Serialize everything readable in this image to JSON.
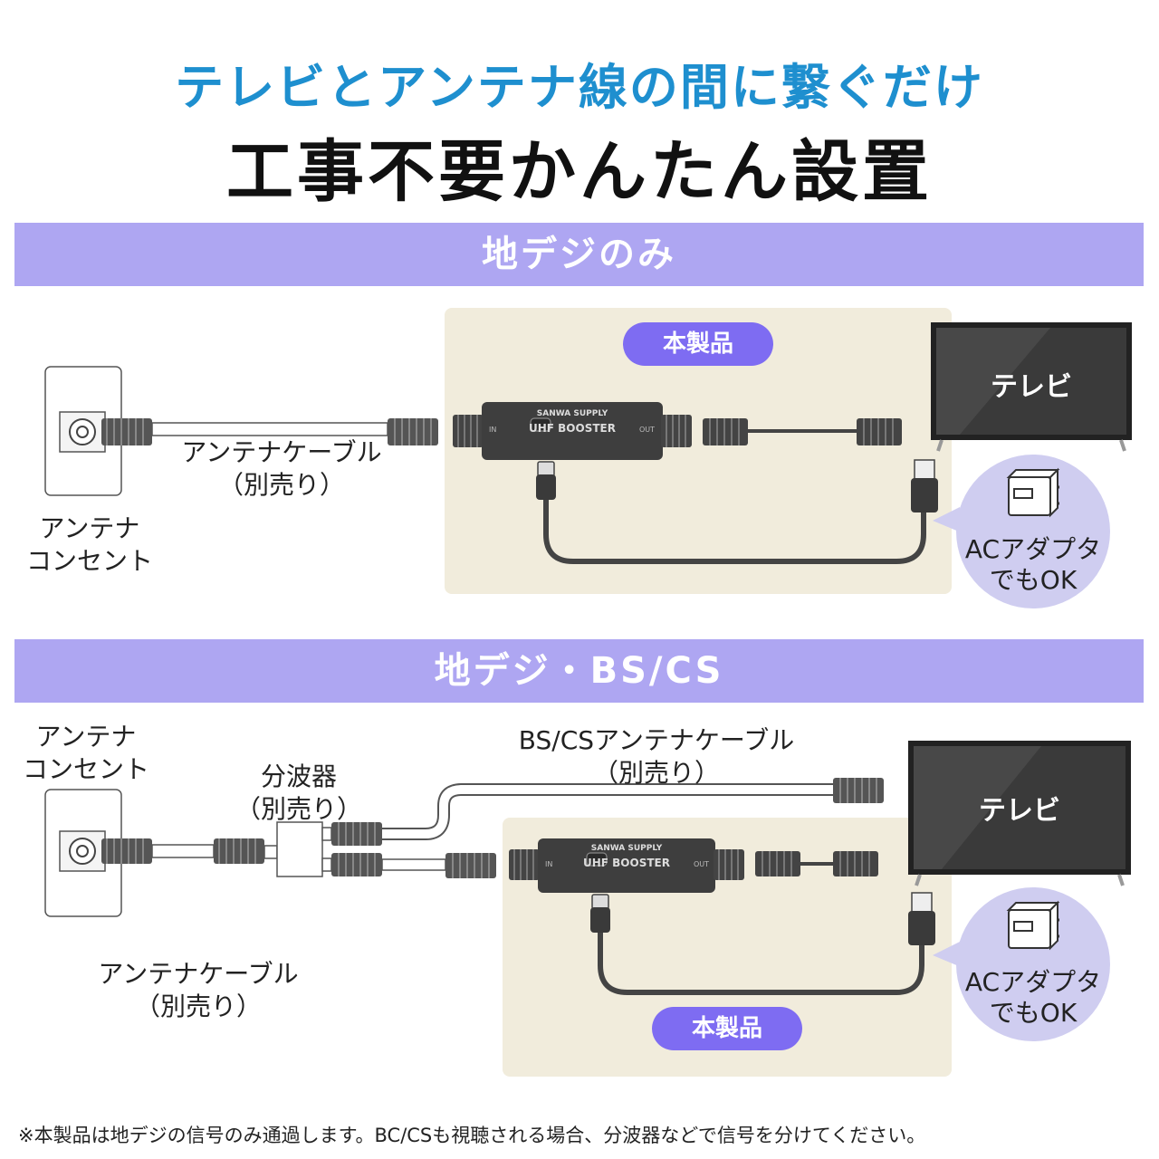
{
  "header": {
    "title_line1": "テレビとアンテナ線の間に繋ぐだけ",
    "title_line2": "工事不要かんたん設置"
  },
  "section1": {
    "band_label": "地デジのみ",
    "product_label": "本製品",
    "tv_label": "テレビ",
    "cable_label_line1": "アンテナケーブル",
    "cable_label_line2": "（別売り）",
    "outlet_label_line1": "アンテナ",
    "outlet_label_line2": "コンセント",
    "adapter_line1": "ACアダプタ",
    "adapter_line2": "でもOK"
  },
  "section2": {
    "band_label": "地デジ・BS/CS",
    "product_label": "本製品",
    "tv_label": "テレビ",
    "outlet_label_line1": "アンテナ",
    "outlet_label_line2": "コンセント",
    "splitter_label_line1": "分波器",
    "splitter_label_line2": "（別売り）",
    "bscs_cable_line1": "BS/CSアンテナケーブル",
    "bscs_cable_line2": "（別売り）",
    "cable_label_line1": "アンテナケーブル",
    "cable_label_line2": "（別売り）",
    "adapter_line1": "ACアダプタ",
    "adapter_line2": "でもOK"
  },
  "device": {
    "brand": "SANWA SUPPLY",
    "model_label": "UHF BOOSTER",
    "port_in": "IN",
    "port_out": "OUT"
  },
  "footnote": "※本製品は地デジの信号のみ通過します。BC/CSも視聴される場合、分波器などで信号を分けてください。",
  "colors": {
    "title_blue": "#1e8fcf",
    "band_purple": "#aea6f2",
    "pill_purple": "#7e6cf2",
    "panel_beige": "#f1ecdc",
    "bubble_lavender": "#cfcdf0"
  }
}
